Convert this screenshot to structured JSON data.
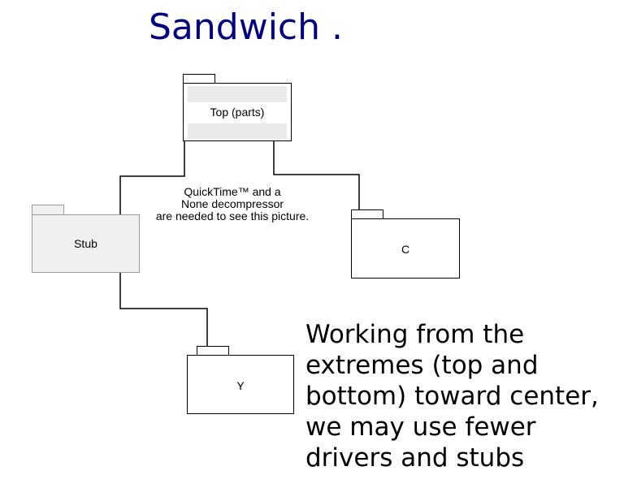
{
  "title": "Sandwich .",
  "nodes": {
    "top": "Top (parts)",
    "stub": "Stub",
    "c": "C",
    "y": "Y"
  },
  "placeholder_lines": [
    "QuickTime™ and a",
    "None decompressor",
    "are needed to see this picture."
  ],
  "body_lines": [
    "Working from the",
    "extremes (top and",
    "bottom) toward center,",
    "we may use fewer",
    "drivers and stubs"
  ]
}
